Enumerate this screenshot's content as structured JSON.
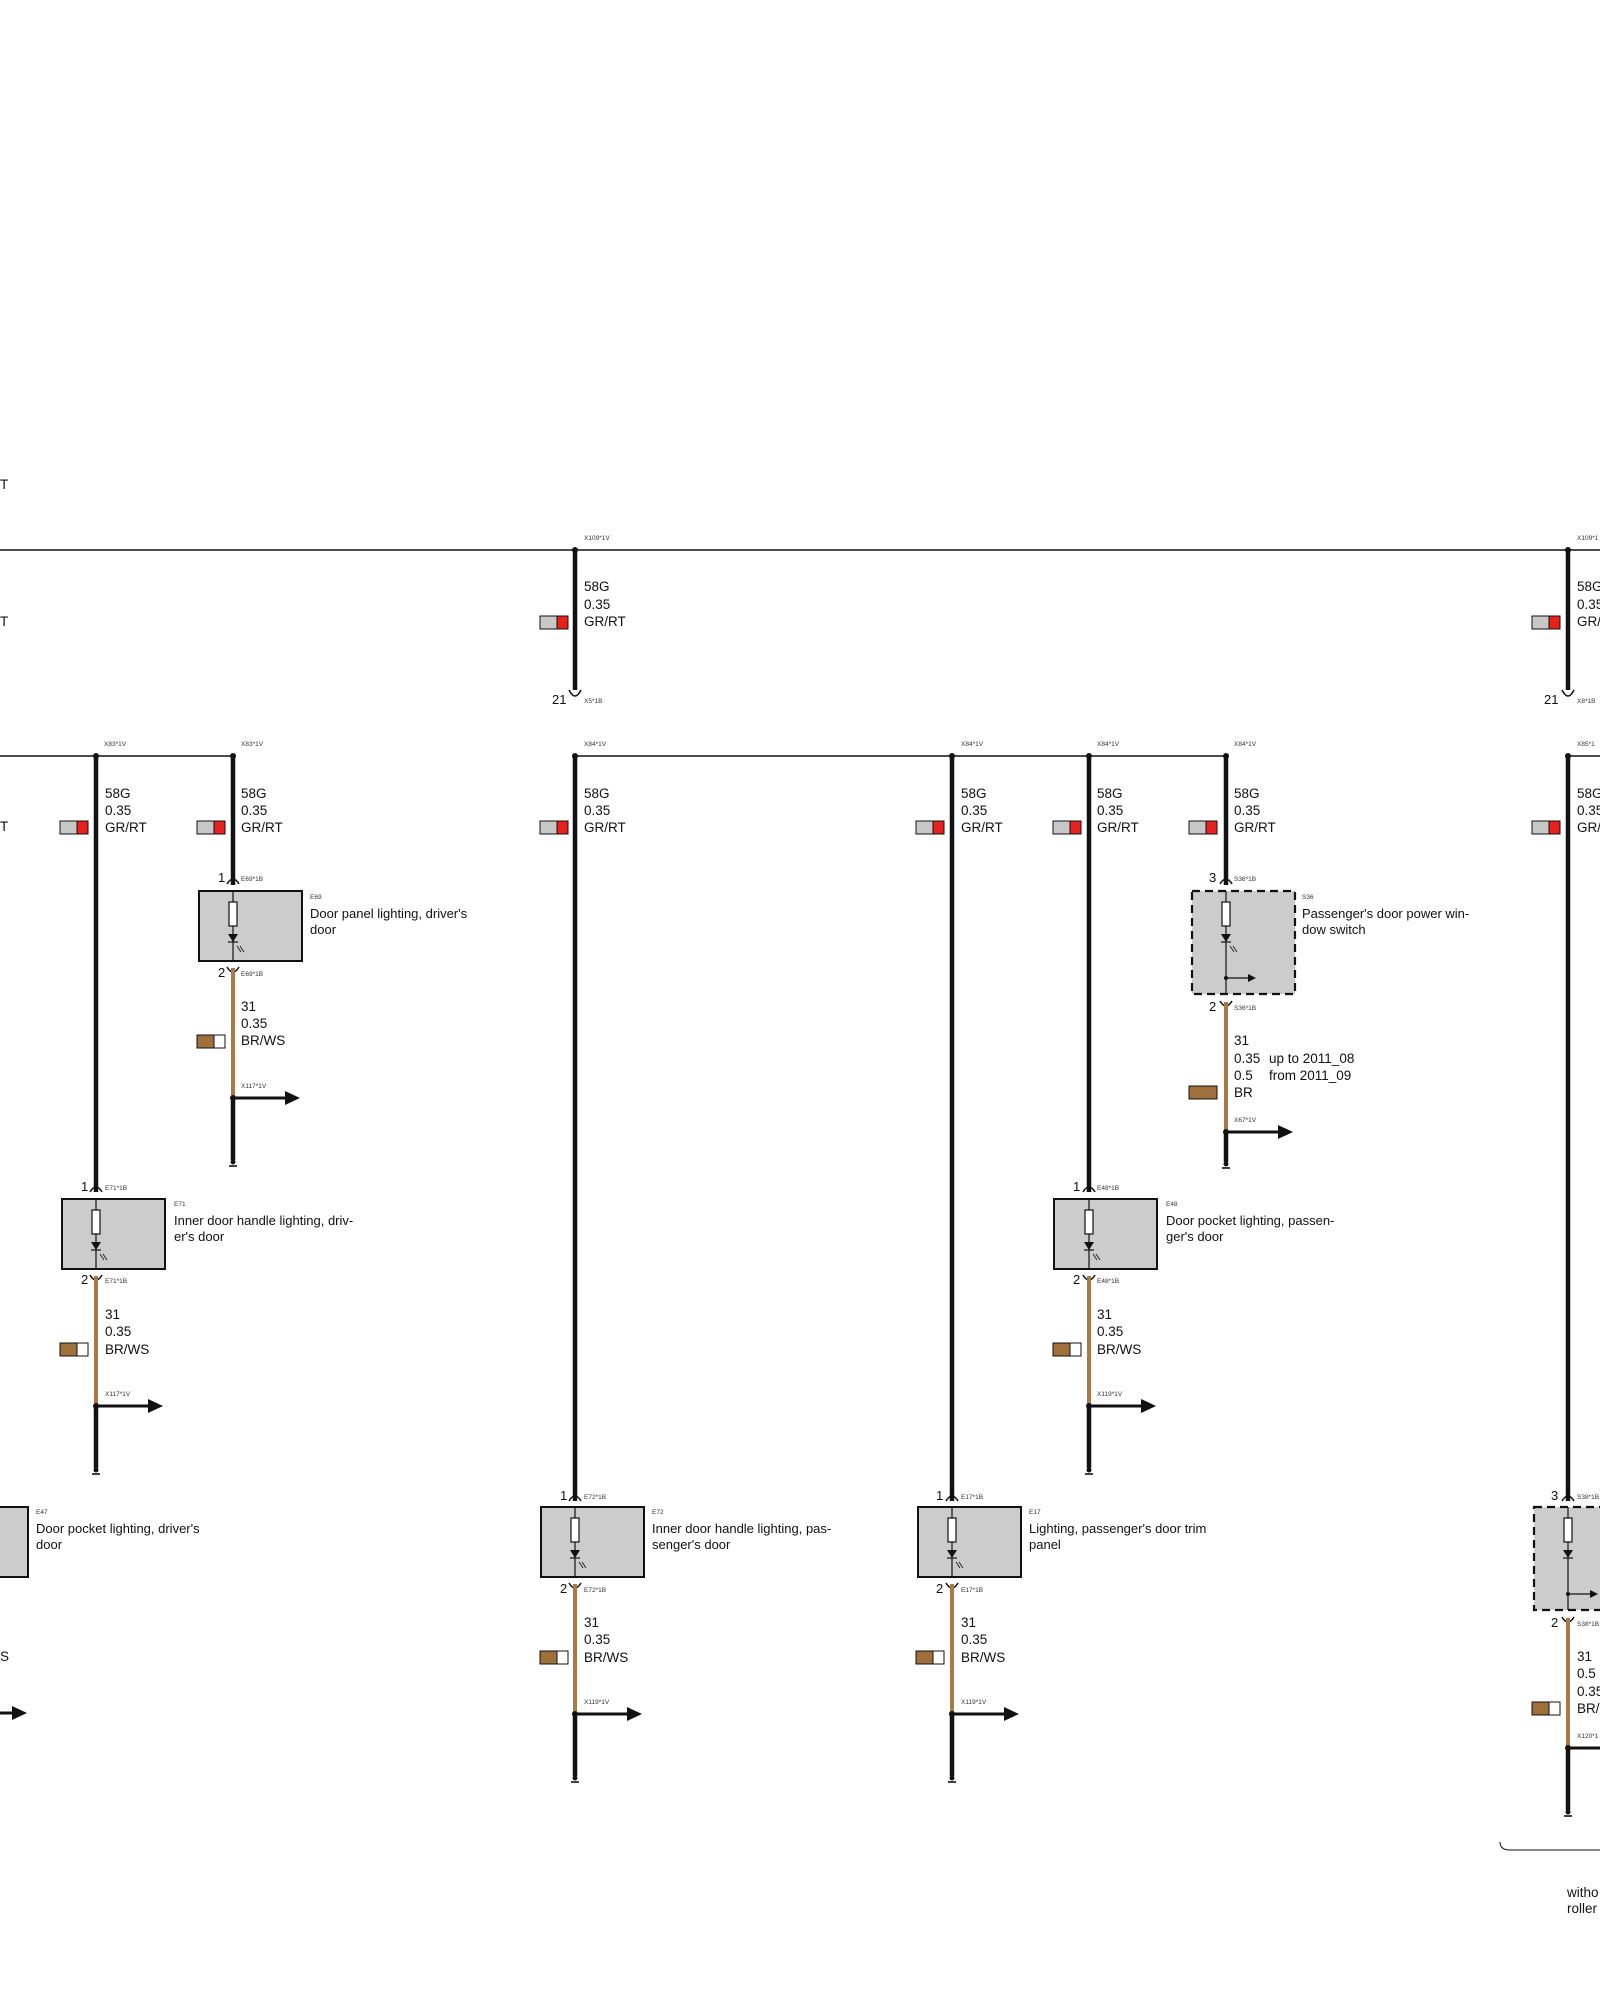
{
  "colors": {
    "wire_black": "#111111",
    "wire_brown": "#a77a48",
    "swatch_gray": "#c8c8c8",
    "swatch_red": "#e8201e",
    "swatch_brown": "#a0703c",
    "component_fill": "#cccccc",
    "ground_icon": "ground-icon",
    "connector_arrow_icon": "arrow-right-icon"
  },
  "edge_texts": {
    "left_top": "T",
    "left_mid": "T",
    "left_s58": "T",
    "left_bottom": "S"
  },
  "bus_top": {
    "label": "X109*1V"
  },
  "right_partial": {
    "top_label": "X109*1",
    "wire_top": {
      "l1": "58G",
      "l2": "0.35",
      "l3": "GR/"
    },
    "pin_top": "21",
    "conn_top": "X8*1B",
    "conn_bus": "X85*1",
    "wire_mid": {
      "l1": "58G",
      "l2": "0.35",
      "l3": "GR/"
    },
    "pin_comp_top": "3",
    "comp_top_conn": "S38*1B",
    "pin_comp_bot": "2",
    "comp_bot_conn": "S38*1B",
    "wire_bot": {
      "l1": "31",
      "l2": "0.5",
      "l3": "0.35",
      "l4": "BR/"
    },
    "arrow_conn": "X120*1",
    "note": {
      "l1": "witho",
      "l2": "roller"
    }
  },
  "top_wire": {
    "spec": {
      "l1": "58G",
      "l2": "0.35",
      "l3": "GR/RT"
    },
    "pin": "21",
    "conn": "X5*1B"
  },
  "buses": {
    "x83": {
      "a": "X83*1V",
      "b": "X83*1V"
    },
    "x84": {
      "a": "X84*1V",
      "b": "X84*1V",
      "c": "X84*1V",
      "d": "X84*1V"
    }
  },
  "col_x83a": {
    "spec": {
      "l1": "58G",
      "l2": "0.35",
      "l3": "GR/RT"
    }
  },
  "col_x84a": {
    "spec": {
      "l1": "58G",
      "l2": "0.35",
      "l3": "GR/RT"
    }
  },
  "col_x84b": {
    "spec": {
      "l1": "58G",
      "l2": "0.35",
      "l3": "GR/RT"
    }
  },
  "col_x84c": {
    "spec": {
      "l1": "58G",
      "l2": "0.35",
      "l3": "GR/RT"
    }
  },
  "e69": {
    "in_spec": {
      "l1": "58G",
      "l2": "0.35",
      "l3": "GR/RT"
    },
    "pin_top": "1",
    "conn_top": "E69*1B",
    "id": "E69",
    "name_l1": "Door panel lighting, driver's",
    "name_l2": "door",
    "pin_bot": "2",
    "conn_bot": "E69*1B",
    "out_spec": {
      "l1": "31",
      "l2": "0.35",
      "l3": "BR/WS"
    },
    "arrow_conn": "X117*1V"
  },
  "s36": {
    "in_spec": {
      "l1": "58G",
      "l2": "0.35",
      "l3": "GR/RT"
    },
    "pin_top": "3",
    "conn_top": "S36*1B",
    "id": "S36",
    "name_l1": "Passenger's door power win-",
    "name_l2": "dow switch",
    "pin_bot": "2",
    "conn_bot": "S36*1B",
    "out_spec": {
      "l1": "31",
      "l2": "0.35",
      "l2b": "up to 2011_08",
      "l3": "0.5",
      "l3b": "from 2011_09",
      "l4": "BR"
    },
    "arrow_conn": "X67*1V"
  },
  "e71": {
    "pin_top": "1",
    "conn_top": "E71*1B",
    "id": "E71",
    "name_l1": "Inner door handle lighting, driv-",
    "name_l2": "er's door",
    "pin_bot": "2",
    "conn_bot": "E71*1B",
    "out_spec": {
      "l1": "31",
      "l2": "0.35",
      "l3": "BR/WS"
    },
    "arrow_conn": "X117*1V"
  },
  "e48": {
    "pin_top": "1",
    "conn_top": "E48*1B",
    "id": "E48",
    "name_l1": "Door pocket lighting, passen-",
    "name_l2": "ger's door",
    "pin_bot": "2",
    "conn_bot": "E48*1B",
    "out_spec": {
      "l1": "31",
      "l2": "0.35",
      "l3": "BR/WS"
    },
    "arrow_conn": "X119*1V"
  },
  "e47": {
    "id": "E47",
    "name_l1": "Door pocket lighting, driver's",
    "name_l2": "door"
  },
  "e72": {
    "pin_top": "1",
    "conn_top": "E72*1B",
    "id": "E72",
    "name_l1": "Inner door handle lighting, pas-",
    "name_l2": "senger's door",
    "pin_bot": "2",
    "conn_bot": "E72*1B",
    "out_spec": {
      "l1": "31",
      "l2": "0.35",
      "l3": "BR/WS"
    },
    "arrow_conn": "X119*1V"
  },
  "e17": {
    "pin_top": "1",
    "conn_top": "E17*1B",
    "id": "E17",
    "name_l1": "Lighting, passenger's door trim",
    "name_l2": "panel",
    "pin_bot": "2",
    "conn_bot": "E17*1B",
    "out_spec": {
      "l1": "31",
      "l2": "0.35",
      "l3": "BR/WS"
    },
    "arrow_conn": "X119*1V"
  }
}
